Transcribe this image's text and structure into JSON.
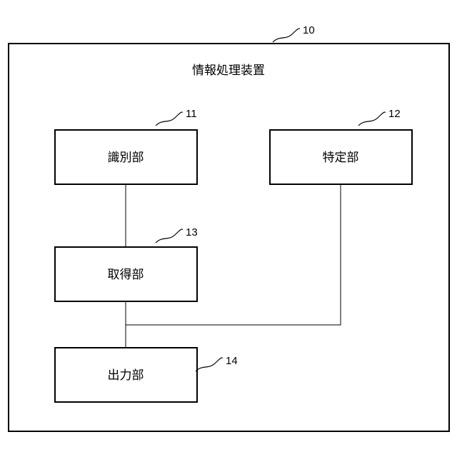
{
  "device": {
    "title": "情報処理装置",
    "ref": "10"
  },
  "units": {
    "identify": {
      "label": "識別部",
      "ref": "11"
    },
    "specify": {
      "label": "特定部",
      "ref": "12"
    },
    "acquire": {
      "label": "取得部",
      "ref": "13"
    },
    "output": {
      "label": "出力部",
      "ref": "14"
    }
  }
}
